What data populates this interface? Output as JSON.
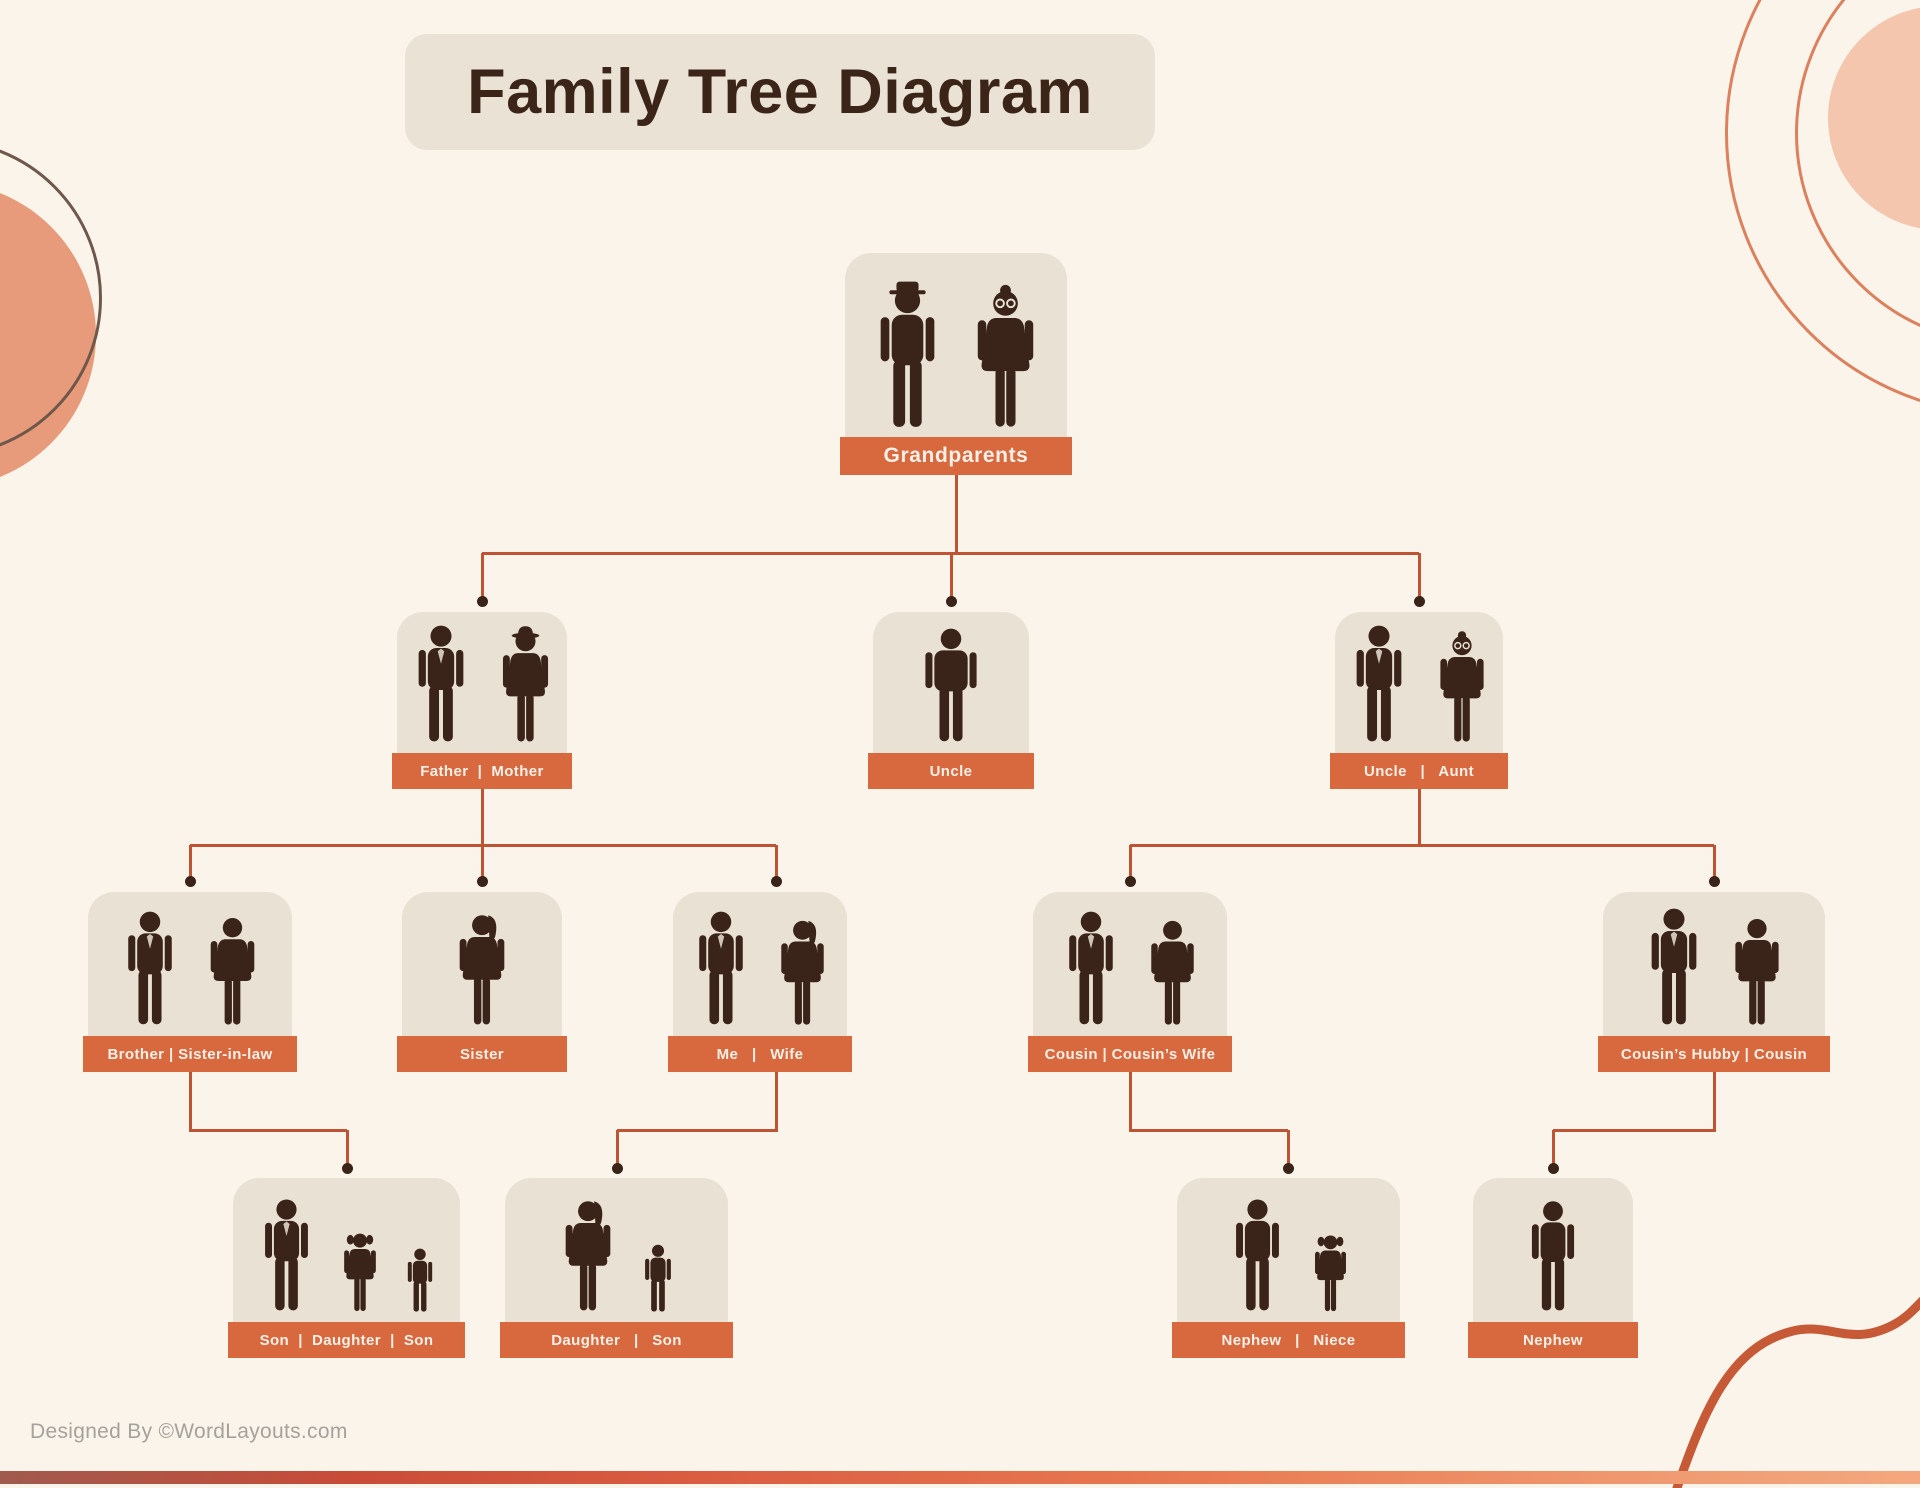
{
  "title": "Family Tree Diagram",
  "footer_credit": "Designed By ©WordLayouts.com",
  "colors": {
    "background": "#FBF4EA",
    "card": "#E9E1D4",
    "label_bar": "#D8693F",
    "label_text": "#F8F0E7",
    "figure": "#3A2318",
    "connector": "#BE5434",
    "dot": "#3A2318",
    "accent_blob": "#E89B7B",
    "accent_peach": "#F3C6AD",
    "accent_ring": "#DC805E"
  },
  "nodes": {
    "grandparents": {
      "label": "Grandparents",
      "figures": [
        {
          "icon": "grandfather-icon",
          "h": 150
        },
        {
          "icon": "grandmother-icon",
          "h": 147
        }
      ]
    },
    "father_mother": {
      "label": "Father  |  Mother",
      "figures": [
        {
          "icon": "father-icon",
          "h": 125
        },
        {
          "icon": "mother-icon",
          "h": 119
        }
      ]
    },
    "uncle": {
      "label": "Uncle",
      "figures": [
        {
          "icon": "uncle-icon",
          "h": 122
        }
      ]
    },
    "uncle_aunt": {
      "label": "Uncle   |   Aunt",
      "figures": [
        {
          "icon": "uncle-suit-icon",
          "h": 125
        },
        {
          "icon": "aunt-icon",
          "h": 114
        }
      ]
    },
    "brother_sil": {
      "label": "Brother | Sister-in-law",
      "figures": [
        {
          "icon": "brother-icon",
          "h": 122
        },
        {
          "icon": "sister-in-law-icon",
          "h": 115
        }
      ]
    },
    "sister": {
      "label": "Sister",
      "figures": [
        {
          "icon": "sister-icon",
          "h": 118
        }
      ]
    },
    "me_wife": {
      "label": "Me   |   Wife",
      "figures": [
        {
          "icon": "me-icon",
          "h": 122
        },
        {
          "icon": "wife-icon",
          "h": 112
        }
      ]
    },
    "cousin_cw": {
      "label": "Cousin | Cousin’s Wife",
      "figures": [
        {
          "icon": "cousin-icon",
          "h": 122
        },
        {
          "icon": "cousins-wife-icon",
          "h": 112
        }
      ]
    },
    "ch_cousin": {
      "label": "Cousin’s Hubby | Cousin",
      "figures": [
        {
          "icon": "cousins-hubby-icon",
          "h": 125
        },
        {
          "icon": "cousin-f-icon",
          "h": 114
        }
      ]
    },
    "sds": {
      "label": "Son  |  Daughter  |  Son",
      "figures": [
        {
          "icon": "son-icon",
          "h": 120
        },
        {
          "icon": "daughter-girl-icon",
          "h": 84
        },
        {
          "icon": "son-boy-icon",
          "h": 68
        }
      ]
    },
    "ds": {
      "label": "Daughter   |   Son",
      "figures": [
        {
          "icon": "daughter-icon",
          "h": 118
        },
        {
          "icon": "son-boy-icon",
          "h": 72
        }
      ]
    },
    "nephew_niece": {
      "label": "Nephew   |   Niece",
      "figures": [
        {
          "icon": "nephew-icon",
          "h": 120
        },
        {
          "icon": "niece-icon",
          "h": 82
        }
      ]
    },
    "nephew": {
      "label": "Nephew",
      "figures": [
        {
          "icon": "nephew-teen-icon",
          "h": 118
        }
      ]
    }
  }
}
